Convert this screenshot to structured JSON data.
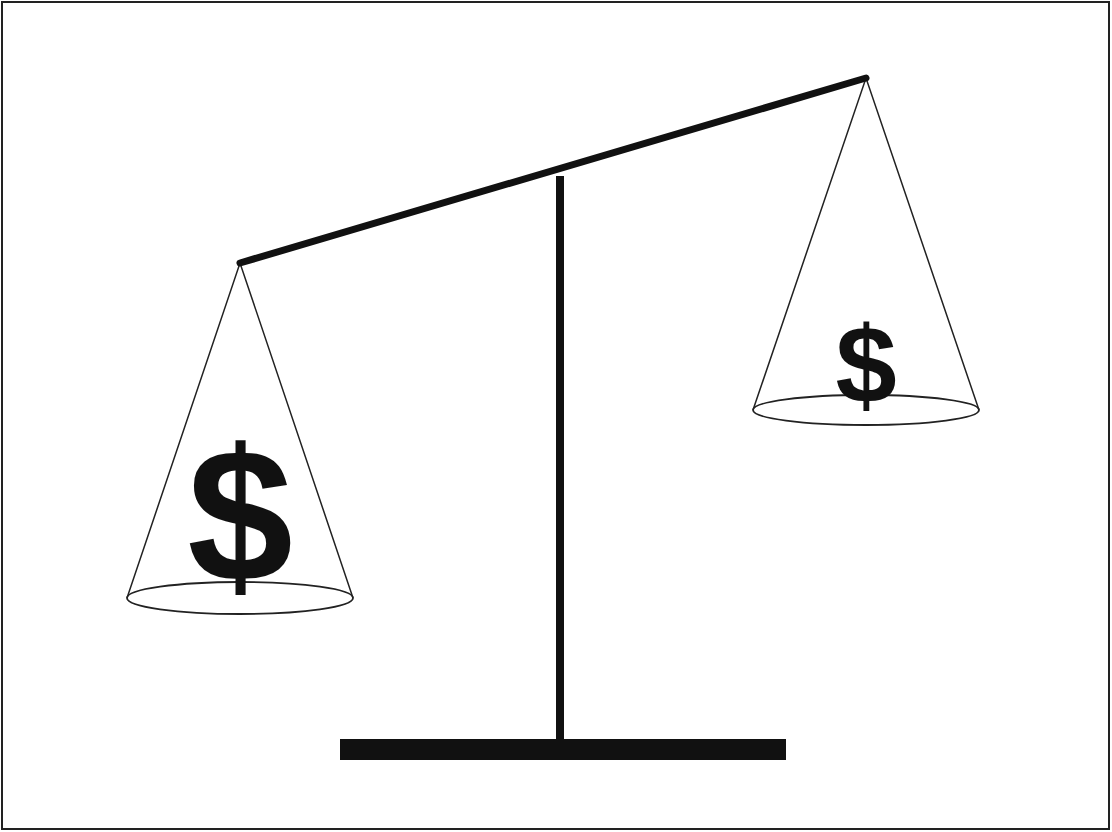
{
  "diagram": {
    "nodes": [
      {
        "text": [
          "$"
        ]
      },
      {
        "text": [
          "$"
        ]
      }
    ],
    "edges": [
      {
        "from": 0,
        "to": 1,
        "arrow": "none"
      }
    ]
  }
}
